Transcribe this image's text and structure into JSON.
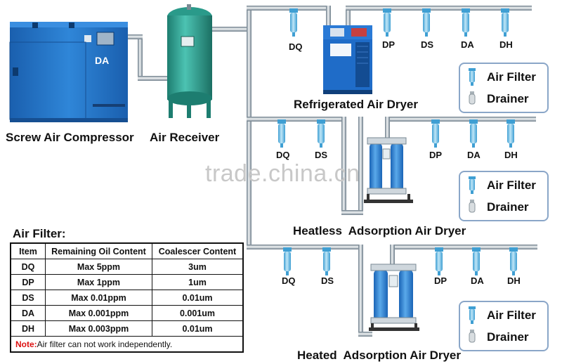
{
  "colors": {
    "pipe_light": "#dfe4e7",
    "pipe_dark": "#6b7b88",
    "filter_blue": "#7ec8ea",
    "compressor_blue": "#1f6fc4",
    "receiver_green": "#2d9b8c",
    "dryer_blue": "#1f6cc8",
    "note_red": "#dd1111",
    "legend_border": "#8aa6c8"
  },
  "equipment": {
    "compressor_label": "Screw Air Compressor",
    "compressor_logo": "DA",
    "receiver_label": "Air Receiver",
    "refrigerated_dryer_label": "Refrigerated Air Dryer",
    "heatless_dryer_label": "Heatless  Adsorption Air Dryer",
    "heated_dryer_label": "Heated  Adsorption Air Dryer"
  },
  "lines": {
    "line1": [
      "DQ",
      "DP",
      "DS",
      "DA",
      "DH"
    ],
    "line2": [
      "DQ",
      "DS",
      "DP",
      "DA",
      "DH"
    ],
    "line3": [
      "DQ",
      "DS",
      "DP",
      "DA",
      "DH"
    ]
  },
  "legend": {
    "air_filter": "Air Filter",
    "drainer": "Drainer"
  },
  "watermark": "trade.china.cn",
  "filter_table": {
    "title": "Air Filter:",
    "headers": [
      "Item",
      "Remaining Oil Content",
      "Coalescer Content"
    ],
    "rows": [
      [
        "DQ",
        "Max 5ppm",
        "3um"
      ],
      [
        "DP",
        "Max 1ppm",
        "1um"
      ],
      [
        "DS",
        "Max 0.01ppm",
        "0.01um"
      ],
      [
        "DA",
        "Max 0.001ppm",
        "0.001um"
      ],
      [
        "DH",
        "Max 0.003ppm",
        "0.01um"
      ]
    ],
    "note_label": "Note:",
    "note_text": "Air filter can not work independently."
  }
}
